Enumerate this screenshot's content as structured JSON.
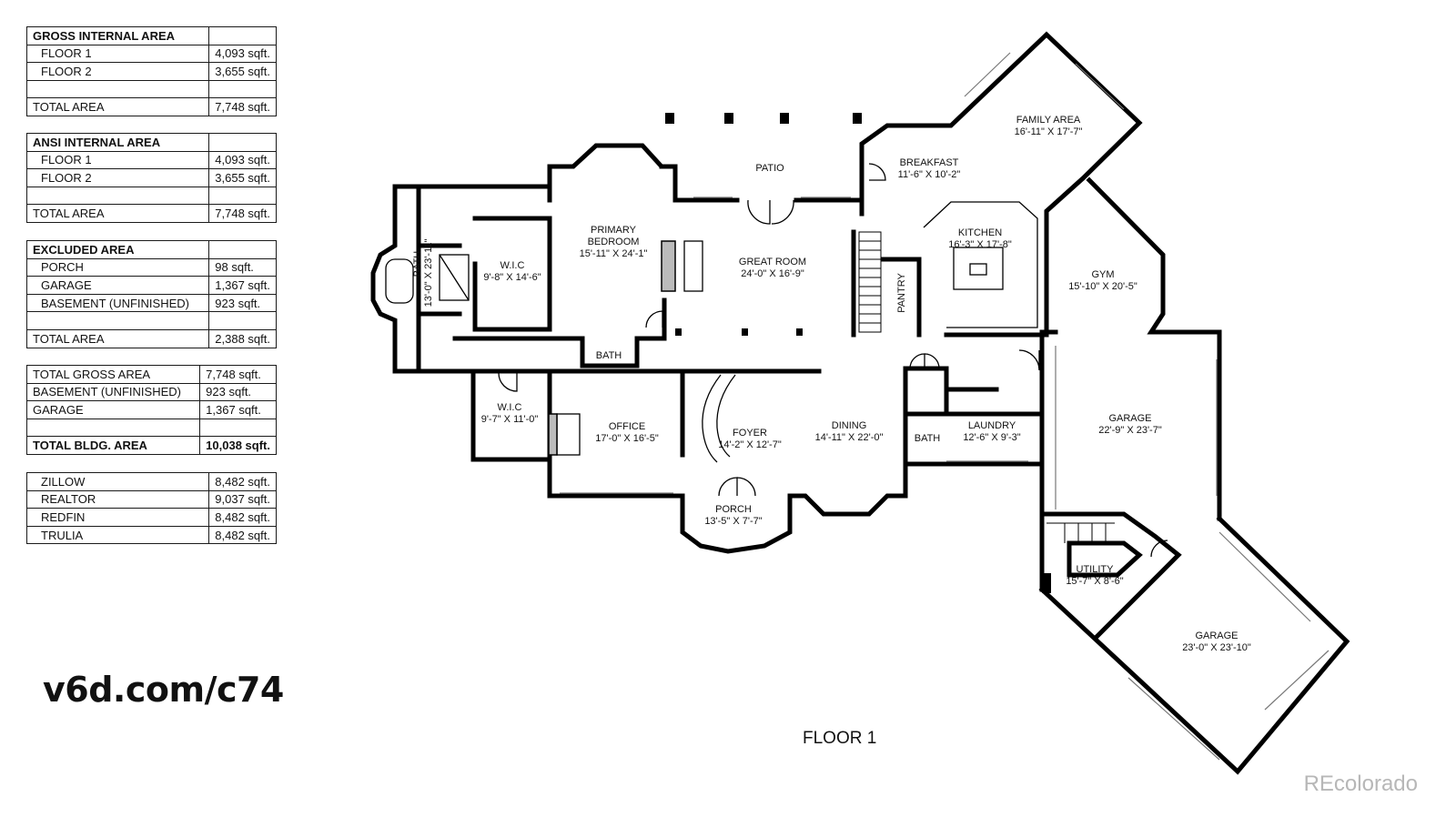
{
  "tables": {
    "gross": {
      "title": "GROSS INTERNAL AREA",
      "rows": [
        [
          "FLOOR 1",
          "4,093 sqft."
        ],
        [
          "FLOOR 2",
          "3,655 sqft."
        ]
      ],
      "total_label": "TOTAL AREA",
      "total_value": "7,748 sqft."
    },
    "ansi": {
      "title": "ANSI INTERNAL AREA",
      "rows": [
        [
          "FLOOR 1",
          "4,093 sqft."
        ],
        [
          "FLOOR 2",
          "3,655 sqft."
        ]
      ],
      "total_label": "TOTAL AREA",
      "total_value": "7,748 sqft."
    },
    "excluded": {
      "title": "EXCLUDED AREA",
      "rows": [
        [
          "PORCH",
          "98 sqft."
        ],
        [
          "GARAGE",
          "1,367 sqft."
        ],
        [
          "BASEMENT (UNFINISHED)",
          "923 sqft."
        ]
      ],
      "total_label": "TOTAL AREA",
      "total_value": "2,388 sqft."
    },
    "totals": {
      "rows": [
        [
          "TOTAL GROSS AREA",
          "7,748 sqft."
        ],
        [
          "BASEMENT (UNFINISHED)",
          "923 sqft."
        ],
        [
          "GARAGE",
          "1,367 sqft."
        ]
      ],
      "total_label": "TOTAL BLDG. AREA",
      "total_value": "10,038 sqft."
    },
    "sites": {
      "rows": [
        [
          "ZILLOW",
          "8,482 sqft."
        ],
        [
          "REALTOR",
          "9,037 sqft."
        ],
        [
          "REDFIN",
          "8,482 sqft."
        ],
        [
          "TRULIA",
          "8,482 sqft."
        ]
      ]
    }
  },
  "link_text": "v6d.com/c74",
  "floor_label": "FLOOR 1",
  "watermark": "REcolorado",
  "rooms": {
    "patio": {
      "name": "PATIO"
    },
    "family_area": {
      "name": "FAMILY AREA",
      "dims": "16'-11\" X 17'-7\""
    },
    "breakfast": {
      "name": "BREAKFAST",
      "dims": "11'-6\" X 10'-2\""
    },
    "kitchen": {
      "name": "KITCHEN",
      "dims": "16'-3\" X 17'-8\""
    },
    "gym": {
      "name": "GYM",
      "dims": "15'-10\" X 20'-5\""
    },
    "primary_bedroom": {
      "name1": "PRIMARY",
      "name2": "BEDROOM",
      "dims": "15'-11\" X 24'-1\""
    },
    "great_room": {
      "name": "GREAT ROOM",
      "dims": "24'-0\" X 16'-9\""
    },
    "wic_upper": {
      "name": "W.I.C",
      "dims": "9'-8\" X 14'-6\""
    },
    "bath_primary": {
      "name": "BATH",
      "dims": "13'-0\" X 23'-11\""
    },
    "bath_small": {
      "name": "BATH"
    },
    "pantry": {
      "name": "PANTRY"
    },
    "wic_lower": {
      "name": "W.I.C",
      "dims": "9'-7\" X 11'-0\""
    },
    "office": {
      "name": "OFFICE",
      "dims": "17'-0\" X 16'-5\""
    },
    "foyer": {
      "name": "FOYER",
      "dims": "14'-2\" X 12'-7\""
    },
    "dining": {
      "name": "DINING",
      "dims": "14'-11\" X 22'-0\""
    },
    "bath_laundry": {
      "name": "BATH"
    },
    "laundry": {
      "name": "LAUNDRY",
      "dims": "12'-6\" X 9'-3\""
    },
    "garage_1": {
      "name": "GARAGE",
      "dims": "22'-9\" X 23'-7\""
    },
    "porch": {
      "name": "PORCH",
      "dims": "13'-5\" X 7'-7\""
    },
    "utility": {
      "name": "UTILITY",
      "dims": "15'-7\" X 8'-6\""
    },
    "garage_2": {
      "name": "GARAGE",
      "dims": "23'-0\" X 23'-10\""
    }
  }
}
